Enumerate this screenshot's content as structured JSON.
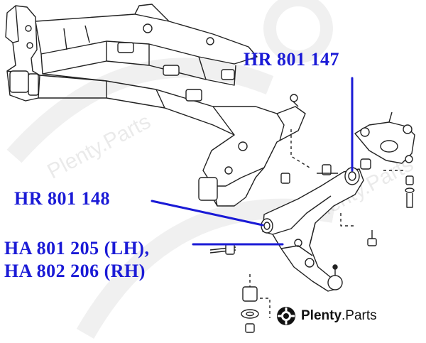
{
  "callouts": [
    {
      "label": "HR 801 147"
    },
    {
      "label": "HR 801 148"
    },
    {
      "label": "HA 801 205 (LH),"
    },
    {
      "label": "HA 802 206 (RH)"
    }
  ],
  "brand": {
    "name_bold": "Plenty",
    "name_suffix": ".Parts",
    "icon": "gear-camera-icon"
  },
  "watermark": {
    "text": "Plenty.Parts"
  },
  "colors": {
    "callout": "#1a1ad6",
    "line_art": "#222222",
    "watermark": "#cccccc"
  }
}
